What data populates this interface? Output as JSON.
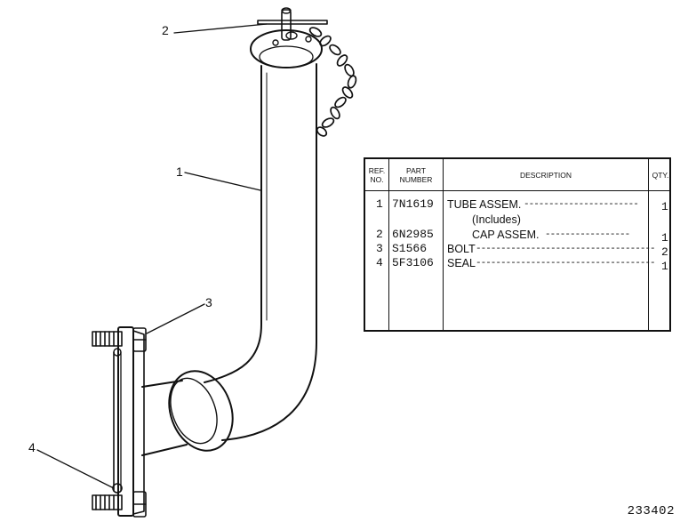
{
  "callouts": [
    "2",
    "1",
    "3",
    "4"
  ],
  "table": {
    "headers": {
      "ref": "REF. NO.",
      "part": "PART NUMBER",
      "desc": "DESCRIPTION",
      "qty": "QTY."
    },
    "rows": [
      {
        "ref": "1",
        "part": "7N1619",
        "desc": "TUBE ASSEM.",
        "leader": "-----------------------",
        "qty": "1"
      },
      {
        "ref": "",
        "part": "",
        "desc": "(Includes)",
        "leader": "",
        "qty": ""
      },
      {
        "ref": "2",
        "part": "6N2985",
        "desc": "CAP ASSEM.",
        "leader": "-----------------",
        "qty": "1"
      },
      {
        "ref": "3",
        "part": "S1566",
        "desc": "BOLT",
        "leader": "------------------------------------",
        "qty": "2"
      },
      {
        "ref": "4",
        "part": "5F3106",
        "desc": "SEAL",
        "leader": "------------------------------------",
        "qty": "1"
      }
    ]
  },
  "figure_number": "233402"
}
